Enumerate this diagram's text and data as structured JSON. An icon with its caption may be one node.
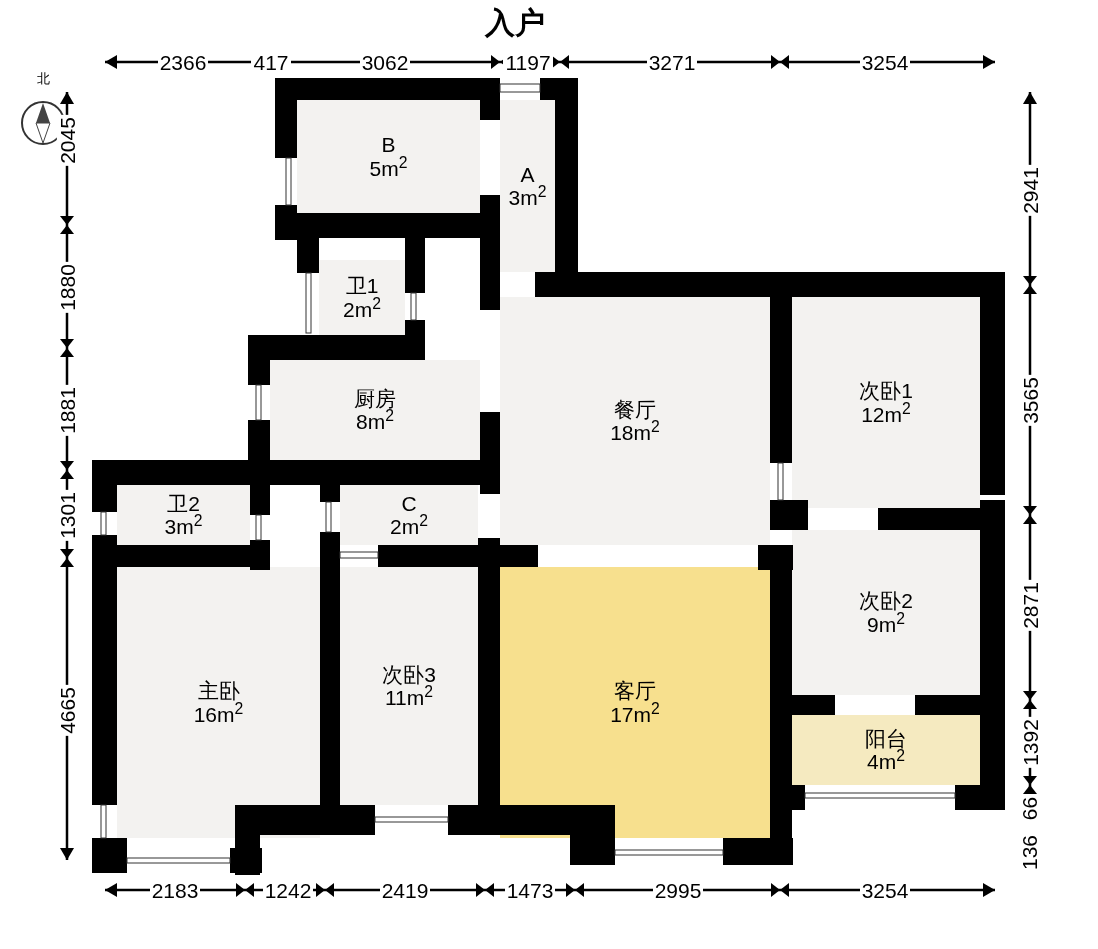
{
  "diagram": {
    "title": "入户",
    "nodes": [
      {
        "text": [
          "B",
          "5m$^{2}$"
        ]
      },
      {
        "text": [
          "A",
          "3m$^{2}$"
        ]
      },
      {
        "text": [
          "卫1",
          "2m$^{2}$"
        ]
      },
      {
        "text": [
          "厨房",
          "8m$^{2}$"
        ]
      },
      {
        "text": [
          "餐厅",
          "18m$^{2}$"
        ]
      },
      {
        "text": [
          "次卧1",
          "12m$^{2}$"
        ]
      },
      {
        "text": [
          "卫2",
          "3m$^{2}$"
        ]
      },
      {
        "text": [
          "C",
          "2m$^{2}$"
        ]
      },
      {
        "text": [
          "次卧2",
          "9m$^{2}$"
        ]
      },
      {
        "text": [
          "主卧",
          "16m$^{2}$"
        ]
      },
      {
        "text": [
          "次卧3",
          "11m$^{2}$"
        ]
      },
      {
        "text": [
          "客厅",
          "17m$^{2}$"
        ]
      },
      {
        "text": [
          "阳台",
          "4m$^{2}$"
        ]
      }
    ],
    "labels": [
      "2366",
      "417",
      "3062",
      "1197",
      "3271",
      "3254",
      "北",
      "2045",
      "1880",
      "1881",
      "1301",
      "4665",
      "2941",
      "3565",
      "2871",
      "1392",
      "66",
      "136",
      "2183",
      "1242",
      "2419",
      "1473",
      "2995",
      "3254"
    ]
  }
}
